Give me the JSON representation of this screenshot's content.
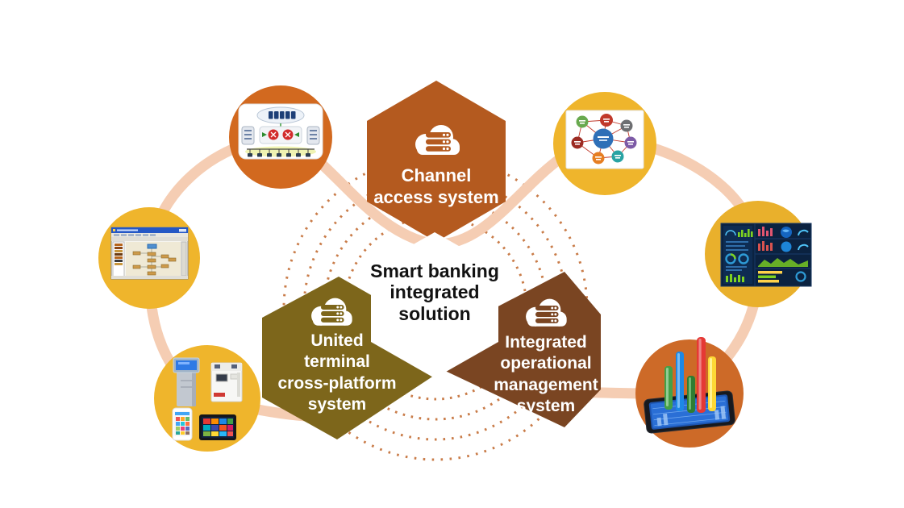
{
  "diagram": {
    "center": {
      "label": "Smart banking\nintegrated\nsolution"
    },
    "hexagons": [
      {
        "id": "channel-access",
        "label": "Channel\naccess system",
        "color": "#b45a1f",
        "icon": "cloud-server-icon"
      },
      {
        "id": "united-terminal",
        "label": "United\nterminal\ncross-platform\nsystem",
        "color": "#7d661b",
        "icon": "cloud-server-icon"
      },
      {
        "id": "integrated-operations",
        "label": "Integrated\noperational\nmanagement\nsystem",
        "color": "#7a4522",
        "icon": "cloud-server-icon"
      }
    ],
    "satellites": [
      {
        "id": "network-topology",
        "circle_color": "#d2691f",
        "illustration": "network-architecture-diagram"
      },
      {
        "id": "workflow-application",
        "circle_color": "#efb52c",
        "illustration": "desktop-flowchart-window"
      },
      {
        "id": "terminal-devices",
        "circle_color": "#efb52c",
        "illustration": "kiosks-phone-tablet"
      },
      {
        "id": "service-map",
        "circle_color": "#efb52c",
        "illustration": "hub-and-spoke-diagram"
      },
      {
        "id": "monitoring-dashboard",
        "circle_color": "#e9b02c",
        "illustration": "dark-analytics-dashboard"
      },
      {
        "id": "analytics-tablet",
        "circle_color": "#cd6a28",
        "illustration": "tablet-3d-bar-chart"
      }
    ],
    "decor": {
      "ring_color": "#f5cdb3",
      "dot_color": "#c97c49",
      "background": "#ffffff"
    }
  }
}
